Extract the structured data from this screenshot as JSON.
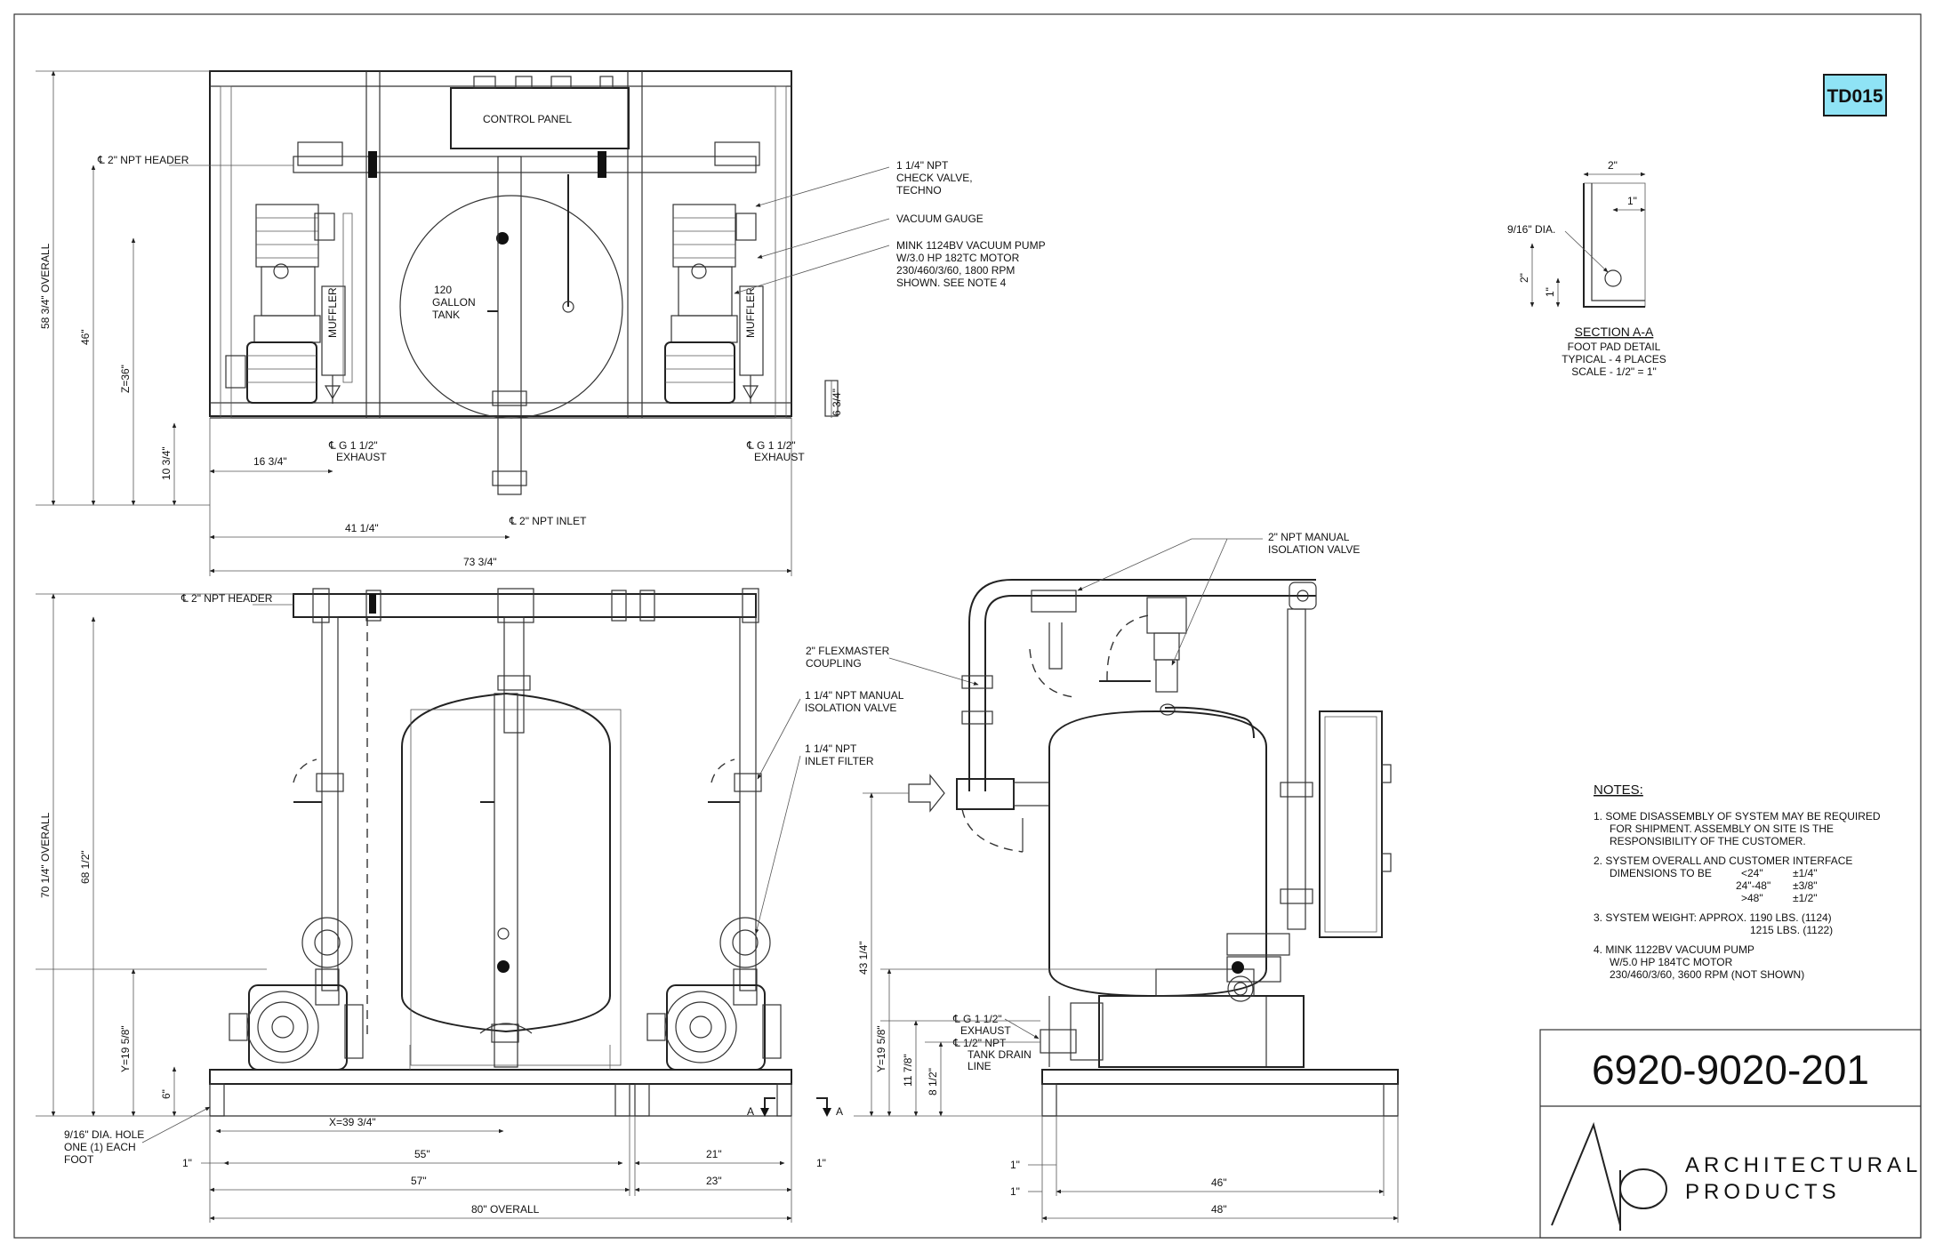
{
  "drawing": {
    "tag": "TD015",
    "number": "6920-9020-201",
    "company_line1": "ARCHITECTURAL",
    "company_line2": "PRODUCTS"
  },
  "top_view": {
    "control_panel": "CONTROL PANEL",
    "header": "℄ 2\" NPT HEADER",
    "tank_line1": "120",
    "tank_line2": "GALLON",
    "tank_line3": "TANK",
    "muffler": "MUFFLER",
    "check_valve_1": "1 1/4\" NPT",
    "check_valve_2": "CHECK VALVE,",
    "check_valve_3": "TECHNO",
    "vacuum_gauge": "VACUUM GAUGE",
    "pump_1": "MINK 1124BV VACUUM PUMP",
    "pump_2": "W/3.0 HP 182TC MOTOR",
    "pump_3": "230/460/3/60, 1800 RPM",
    "pump_4": "SHOWN. SEE NOTE 4",
    "exhaust_1": "℄ G 1 1/2\"",
    "exhaust_2": "EXHAUST",
    "inlet": "℄ 2\" NPT INLET",
    "dim_overall": "58 3/4\" OVERALL",
    "dim_46": "46\"",
    "dim_z": "Z=36\"",
    "dim_10": "10 3/4\"",
    "dim_16": "16 3/4\"",
    "dim_6": "6 3/4\"",
    "dim_41": "41 1/4\"",
    "dim_73": "73 3/4\""
  },
  "section": {
    "dim_2a": "2\"",
    "dim_1a": "1\"",
    "hole": "9/16\" DIA.",
    "dim_2b": "2\"",
    "dim_1b": "1\"",
    "title": "SECTION A-A",
    "line1": "FOOT PAD DETAIL",
    "line2": "TYPICAL - 4 PLACES",
    "line3": "SCALE - 1/2\" = 1\""
  },
  "front_view": {
    "header": "℄ 2\" NPT HEADER",
    "iso_valve_1": "1 1/4\" NPT MANUAL",
    "iso_valve_2": "ISOLATION VALVE",
    "inlet_filter_1": "1 1/4\" NPT",
    "inlet_filter_2": "INLET FILTER",
    "flex_1": "2\" FLEXMASTER",
    "flex_2": "COUPLING",
    "dim_overall": "70 1/4\" OVERALL",
    "dim_68": "68 1/2\"",
    "dim_y": "Y=19 5/8\"",
    "dim_6": "6\"",
    "dim_x": "X=39 3/4\"",
    "foot_1": "9/16\" DIA. HOLE",
    "foot_2": "ONE (1) EACH",
    "foot_3": "FOOT",
    "dim_1": "1\"",
    "dim_55": "55\"",
    "dim_21": "21\"",
    "dim_1r": "1\"",
    "dim_57": "57\"",
    "dim_23": "23\"",
    "dim_80": "80\" OVERALL",
    "section_a": "A"
  },
  "side_view": {
    "main_iso_1": "2\" NPT MANUAL",
    "main_iso_2": "ISOLATION VALVE",
    "exhaust_1": "℄ G 1 1/2\"",
    "exhaust_2": "EXHAUST",
    "drain_1": "℄ 1/2\" NPT",
    "drain_2": "TANK DRAIN",
    "drain_3": "LINE",
    "dim_43": "43 1/4\"",
    "dim_y": "Y=19 5/8\"",
    "dim_11": "11 7/8\"",
    "dim_8": "8 1/2\"",
    "dim_1a": "1\"",
    "dim_1b": "1\"",
    "dim_46": "46\"",
    "dim_48": "48\""
  },
  "notes": {
    "title": "NOTES:",
    "n1_a": "1.  SOME DISASSEMBLY OF SYSTEM MAY BE REQUIRED",
    "n1_b": "FOR SHIPMENT.  ASSEMBLY ON SITE IS THE",
    "n1_c": "RESPONSIBILITY OF THE CUSTOMER.",
    "n2_a": "2.  SYSTEM OVERALL AND CUSTOMER INTERFACE",
    "n2_b": "DIMENSIONS TO BE",
    "tol_r1a": "<24\"",
    "tol_r1b": "±1/4\"",
    "tol_r2a": "24\"-48\"",
    "tol_r2b": "±3/8\"",
    "tol_r3a": ">48\"",
    "tol_r3b": "±1/2\"",
    "n3_a": "3.  SYSTEM WEIGHT: APPROX. 1190 LBS. (1124)",
    "n3_b": "1215 LBS. (1122)",
    "n4_a": "4.  MINK 1122BV VACUUM PUMP",
    "n4_b": "W/5.0 HP 184TC MOTOR",
    "n4_c": "230/460/3/60, 3600 RPM (NOT SHOWN)"
  }
}
